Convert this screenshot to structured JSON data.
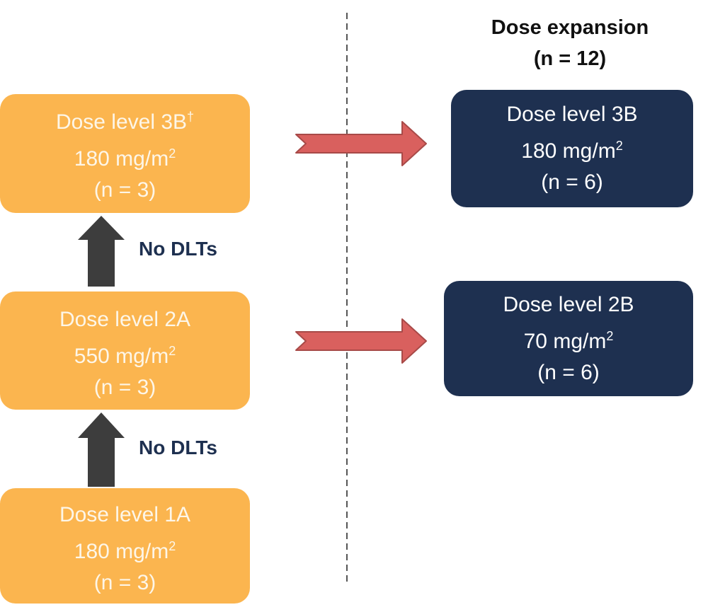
{
  "expansion_header": {
    "line1": "Dose expansion",
    "line2": "(n = 12)"
  },
  "escalation": [
    {
      "id": "3B",
      "level_prefix": "Dose level 3B",
      "level_sup": "†",
      "dose_prefix": "180 mg/m",
      "dose_sup": "2",
      "n": "(n = 3)"
    },
    {
      "id": "2A",
      "level_prefix": "Dose level 2A",
      "level_sup": "",
      "dose_prefix": "550 mg/m",
      "dose_sup": "2",
      "n": "(n = 3)"
    },
    {
      "id": "1A",
      "level_prefix": "Dose level 1A",
      "level_sup": "",
      "dose_prefix": "180 mg/m",
      "dose_sup": "2",
      "n": "(n = 3)"
    }
  ],
  "expansion": [
    {
      "id": "3B",
      "level": "Dose level 3B",
      "dose_prefix": "180 mg/m",
      "dose_sup": "2",
      "n": "(n = 6)"
    },
    {
      "id": "2B",
      "level": "Dose level 2B",
      "dose_prefix": "70 mg/m",
      "dose_sup": "2",
      "n": "(n = 6)"
    }
  ],
  "transitions": [
    {
      "label": "No DLTs"
    },
    {
      "label": "No DLTs"
    }
  ],
  "colors": {
    "escalation_box": "#fbb54f",
    "expansion_box": "#1e3050",
    "up_arrow": "#3d3d3d",
    "right_arrow_fill": "#d9605e",
    "right_arrow_stroke": "#a84a48",
    "divider": "#555555"
  }
}
